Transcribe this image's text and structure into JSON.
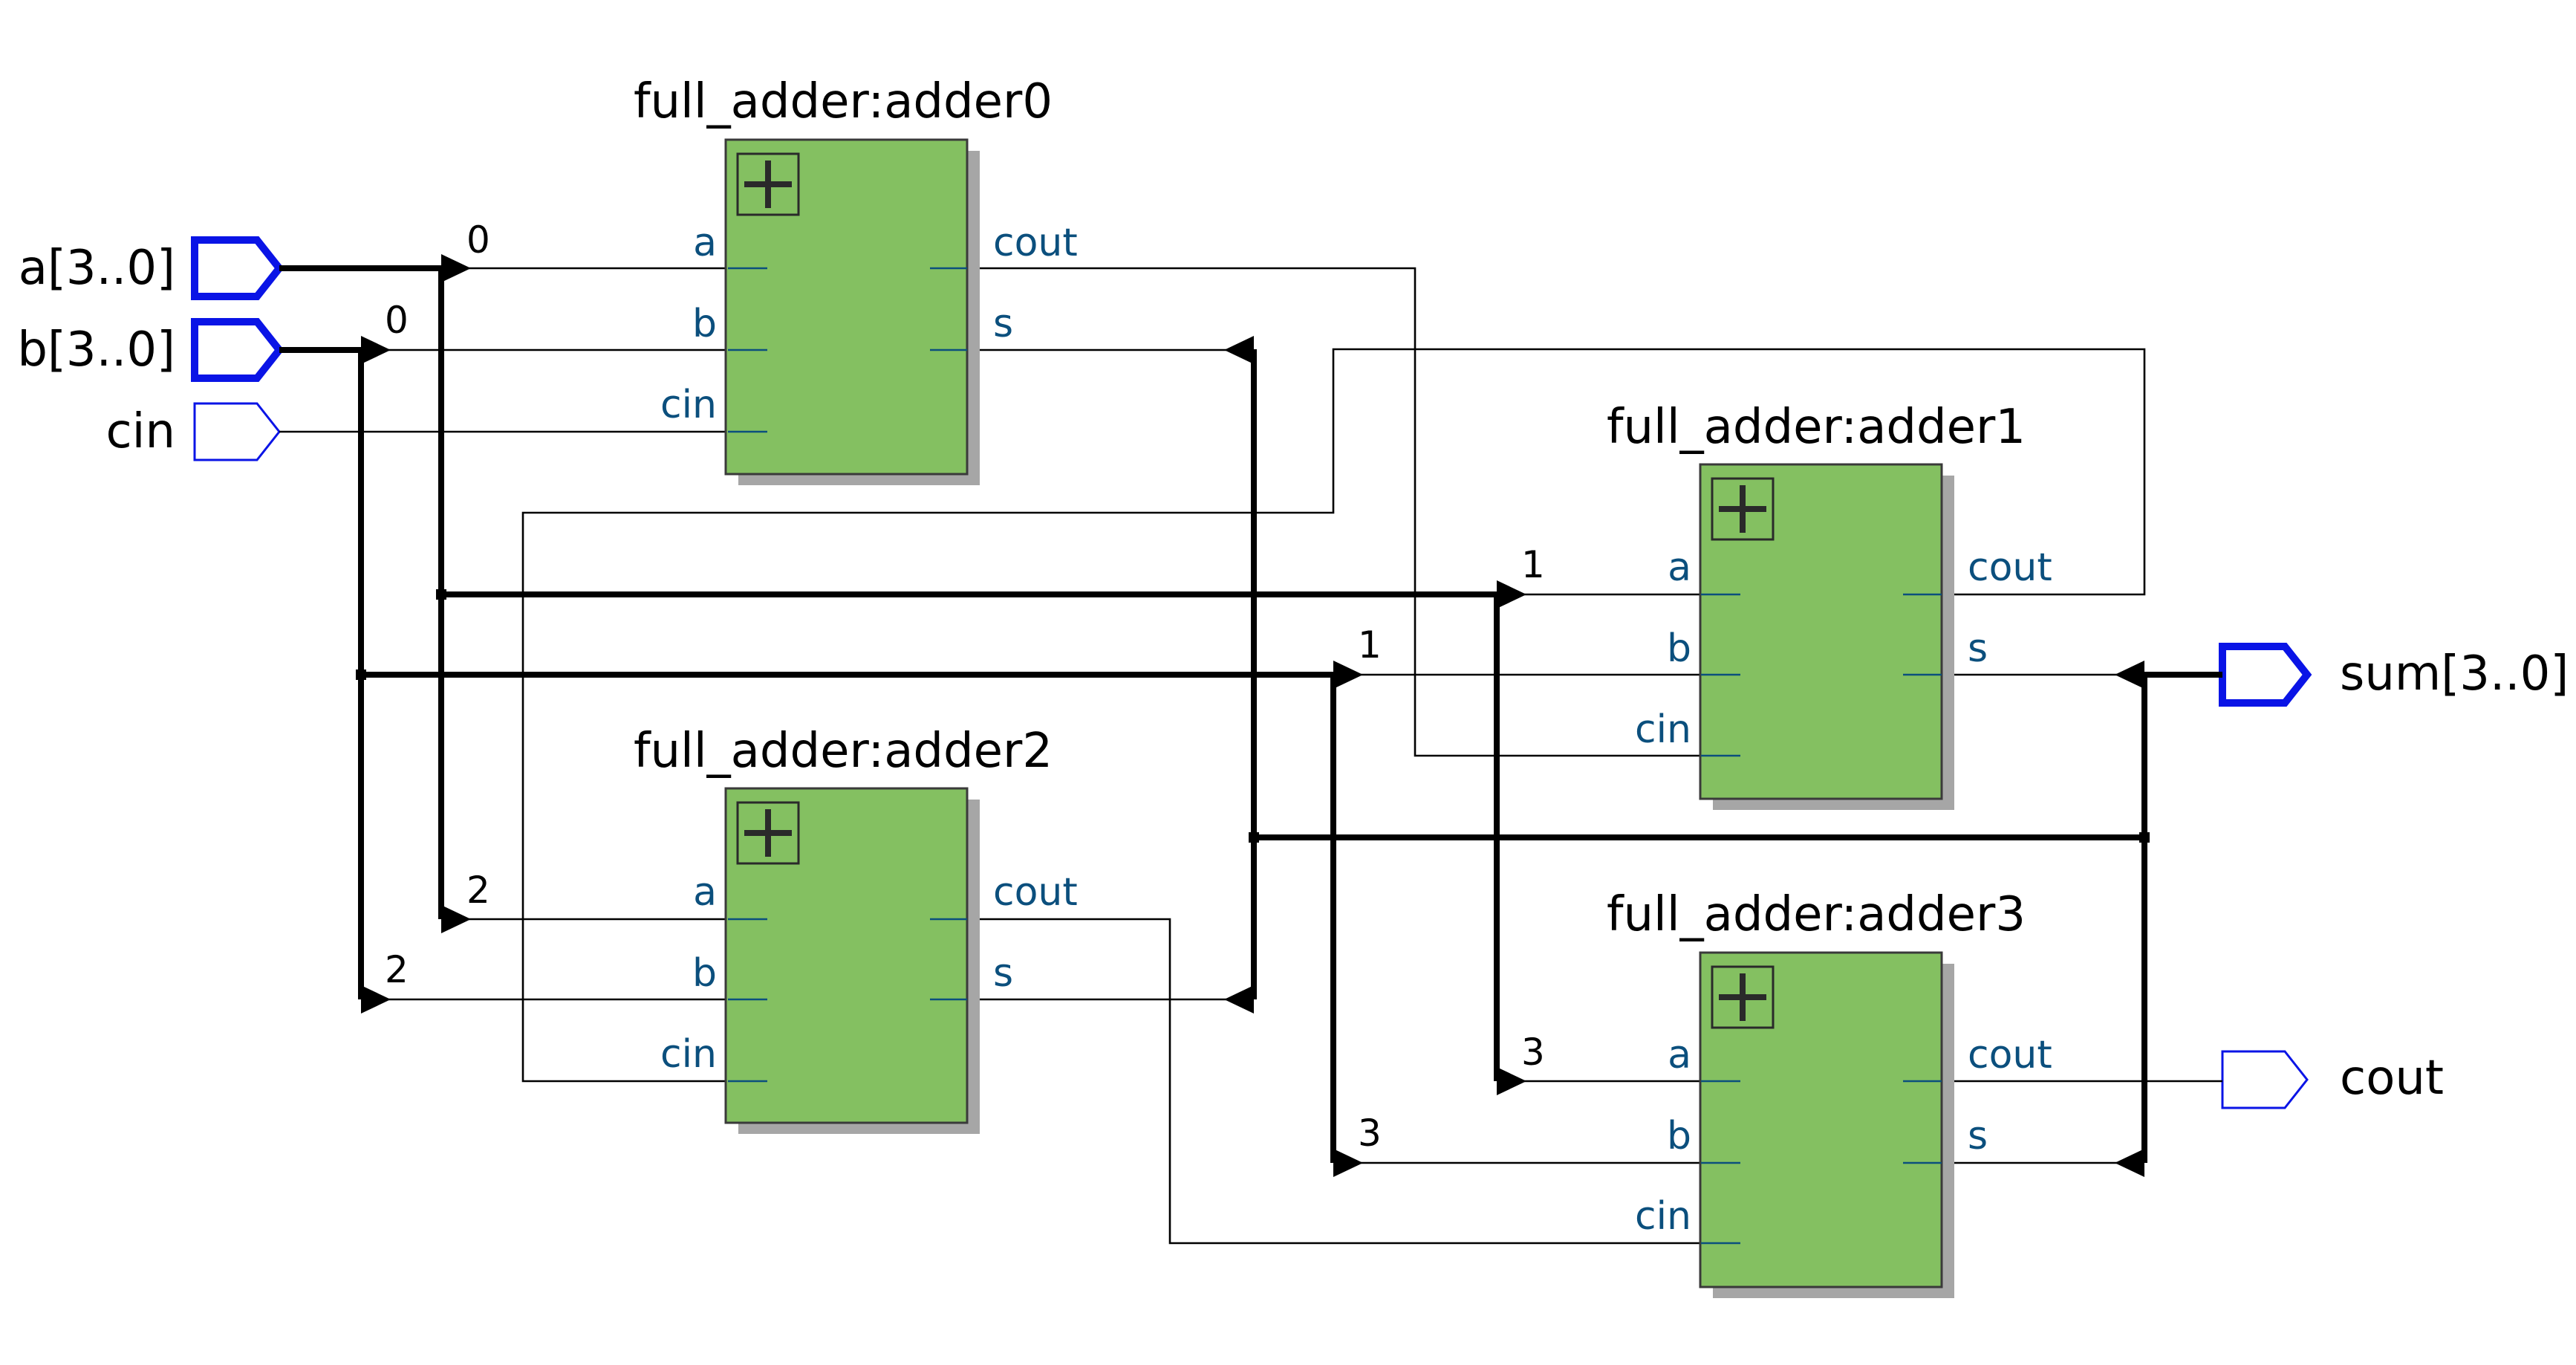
{
  "inputs": {
    "a": "a[3..0]",
    "b": "b[3..0]",
    "cin": "cin"
  },
  "outputs": {
    "sum": "sum[3..0]",
    "cout": "cout"
  },
  "blocks": [
    {
      "title": "full_adder:adder0",
      "pins": {
        "a": "a",
        "b": "b",
        "cin": "cin",
        "cout": "cout",
        "s": "s"
      }
    },
    {
      "title": "full_adder:adder1",
      "pins": {
        "a": "a",
        "b": "b",
        "cin": "cin",
        "cout": "cout",
        "s": "s"
      }
    },
    {
      "title": "full_adder:adder2",
      "pins": {
        "a": "a",
        "b": "b",
        "cin": "cin",
        "cout": "cout",
        "s": "s"
      }
    },
    {
      "title": "full_adder:adder3",
      "pins": {
        "a": "a",
        "b": "b",
        "cin": "cin",
        "cout": "cout",
        "s": "s"
      }
    }
  ],
  "bit_labels": {
    "a0": "0",
    "b0": "0",
    "a1": "1",
    "b1": "1",
    "a2": "2",
    "b2": "2",
    "a3": "3",
    "b3": "3"
  },
  "block_icon": "plus-icon",
  "colors": {
    "block_fill": "#84c061",
    "block_shadow": "#a6a6a6",
    "pin_text": "#0b4f7d",
    "bus_port": "#0a14e6",
    "wire": "#000000"
  }
}
